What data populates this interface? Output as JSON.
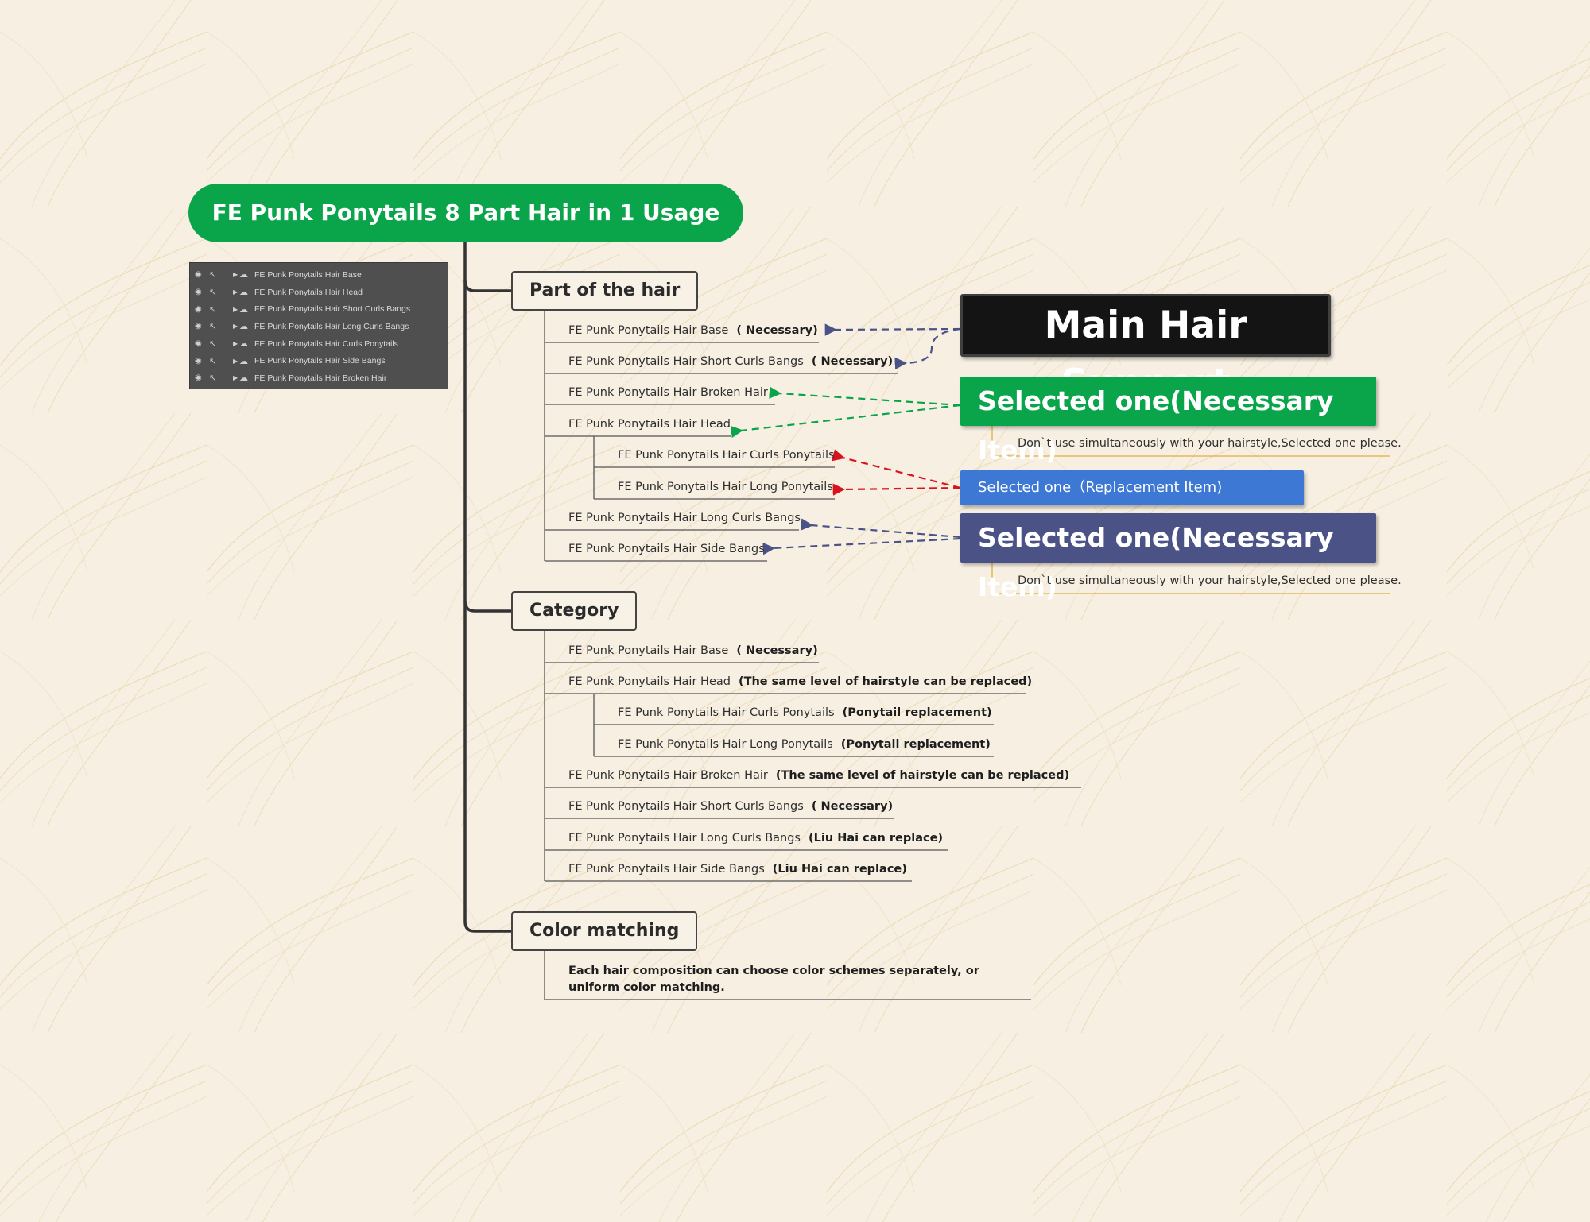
{
  "title": "FE Punk Ponytails 8 Part Hair in 1 Usage",
  "layers": [
    "FE Punk Ponytails Hair Base",
    "FE Punk Ponytails Hair Head",
    "FE Punk Ponytails Hair Short Curls Bangs",
    "FE Punk Ponytails Hair Long Curls Bangs",
    "FE Punk Ponytails Hair Curls Ponytails",
    "FE Punk Ponytails Hair Side Bangs",
    "FE Punk Ponytails Hair Broken Hair"
  ],
  "part_of_hair": {
    "label": "Part of the hair",
    "items": [
      {
        "name": "FE Punk Ponytails Hair Base",
        "note": "( Necessary)"
      },
      {
        "name": "FE Punk Ponytails Hair Short Curls Bangs",
        "note": "( Necessary)"
      },
      {
        "name": "FE Punk Ponytails Hair Broken Hair",
        "note": ""
      },
      {
        "name": "FE Punk Ponytails Hair Head",
        "note": ""
      },
      {
        "name": "FE Punk Ponytails Hair Curls Ponytails",
        "note": ""
      },
      {
        "name": "FE Punk Ponytails Hair Long Ponytails",
        "note": ""
      },
      {
        "name": "FE Punk Ponytails Hair Long Curls Bangs",
        "note": ""
      },
      {
        "name": "FE Punk Ponytails Hair Side Bangs",
        "note": ""
      }
    ]
  },
  "category": {
    "label": "Category",
    "items": [
      {
        "name": "FE Punk Ponytails Hair Base",
        "note": "( Necessary)"
      },
      {
        "name": "FE Punk Ponytails Hair Head",
        "note": "(The same level of hairstyle can be replaced)"
      },
      {
        "name": "FE Punk Ponytails Hair Curls Ponytails",
        "note": "(Ponytail replacement)"
      },
      {
        "name": "FE Punk Ponytails Hair Long Ponytails",
        "note": "(Ponytail replacement)"
      },
      {
        "name": "FE Punk Ponytails Hair Broken Hair",
        "note": "(The same level of hairstyle can be replaced)"
      },
      {
        "name": "FE Punk Ponytails Hair Short Curls Bangs",
        "note": "( Necessary)"
      },
      {
        "name": "FE Punk Ponytails Hair Long Curls Bangs",
        "note": "(Liu Hai can replace)"
      },
      {
        "name": "FE Punk Ponytails Hair Side Bangs",
        "note": "(Liu Hai can replace)"
      }
    ]
  },
  "color_matching": {
    "label": "Color matching",
    "note": "Each hair composition can choose color schemes separately, or uniform color matching."
  },
  "callouts": {
    "main": "Main Hair Support",
    "green": "Selected one(Necessary Item)",
    "green_note": "Don`t use simultaneously with your hairstyle,Selected one please.",
    "blue": "Selected one（Replacement Item)",
    "navy": "Selected one(Necessary Item)",
    "navy_note": "Don`t use simultaneously with your hairstyle,Selected one please."
  },
  "colors": {
    "root": "#0aa44a",
    "main_callout": "#141414",
    "green_callout": "#0aa44a",
    "blue_callout": "#3d78d4",
    "navy_callout": "#4a5286",
    "red_arrow": "#d9131b",
    "note_underline": "#e0b040"
  }
}
